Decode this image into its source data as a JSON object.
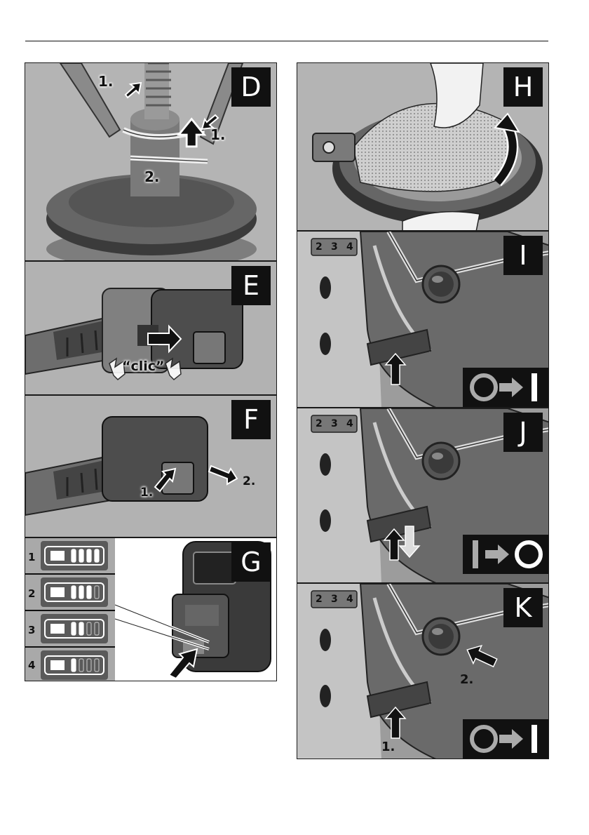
{
  "panels": {
    "D": {
      "letter": "D",
      "labels": [
        "1.",
        "1.",
        "2."
      ]
    },
    "E": {
      "letter": "E",
      "sound": "“clic”"
    },
    "F": {
      "letter": "F",
      "labels": [
        "1.",
        "2."
      ]
    },
    "G": {
      "letter": "G",
      "levels": [
        {
          "num": "1",
          "charged": 4
        },
        {
          "num": "2",
          "charged": 3
        },
        {
          "num": "3",
          "charged": 2
        },
        {
          "num": "4",
          "charged": 1
        }
      ]
    },
    "H": {
      "letter": "H"
    },
    "I": {
      "letter": "I",
      "switch": "off-to-on"
    },
    "J": {
      "letter": "J",
      "switch": "on-to-off"
    },
    "K": {
      "letter": "K",
      "switch": "off-to-on",
      "labels": [
        "2.",
        "1."
      ]
    }
  },
  "dial_numbers": [
    "2",
    "3",
    "4"
  ]
}
